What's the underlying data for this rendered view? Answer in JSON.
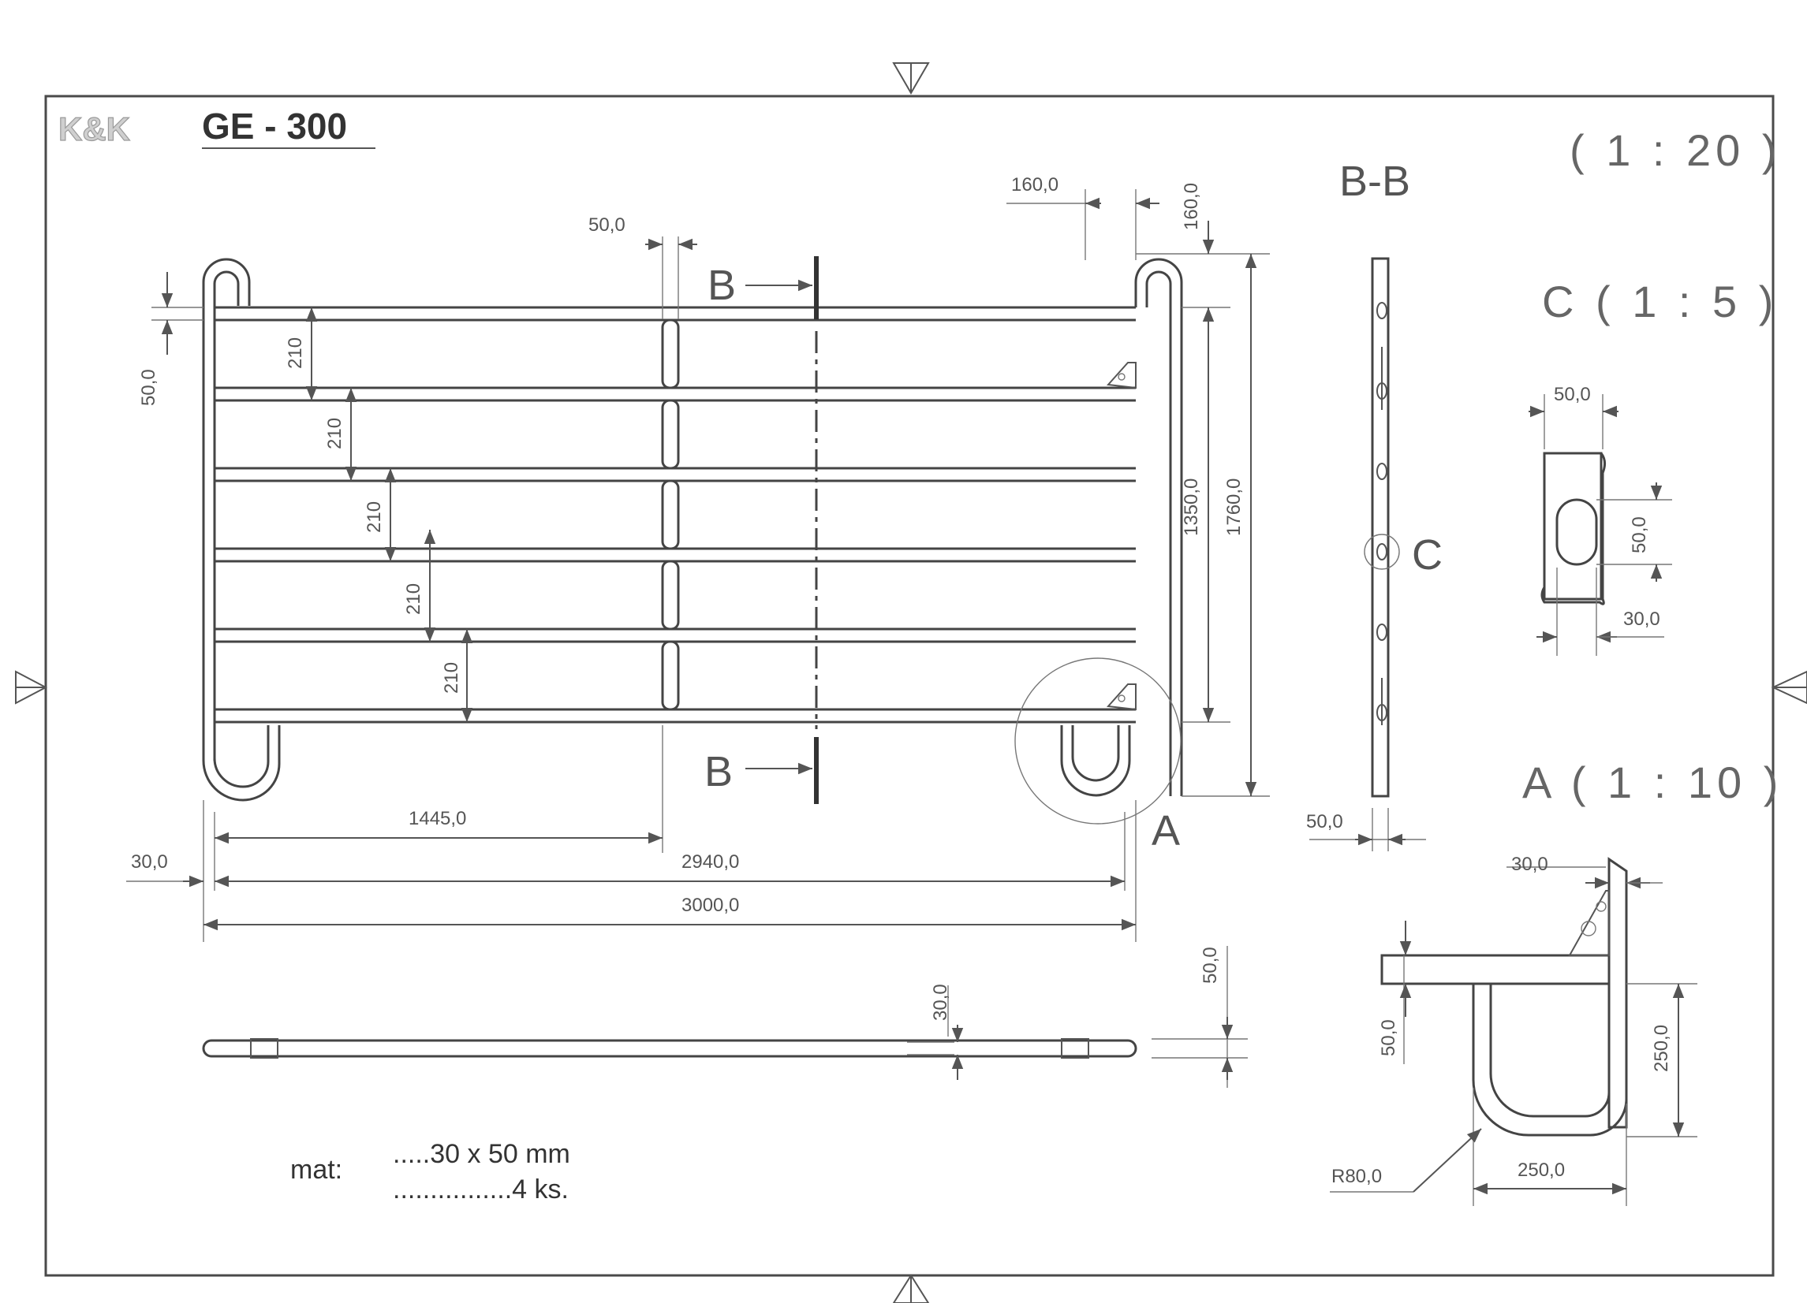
{
  "logo": "K&K",
  "title": "GE - 300",
  "scales": {
    "main": "( 1 : 20 )",
    "detail_c": "C ( 1 : 5 )",
    "detail_a": "A ( 1 : 10 )"
  },
  "section_labels": {
    "b_top": "B",
    "b_bottom": "B",
    "section_bb": "B-B",
    "detail_c_marker": "C",
    "detail_a_marker": "A"
  },
  "dimensions": {
    "top_160_h": "160,0",
    "top_160_v": "160,0",
    "brace_50": "50,0",
    "left_50": "50,0",
    "rail_spacing": [
      "210",
      "210",
      "210",
      "210",
      "210"
    ],
    "height_1350": "1350,0",
    "height_1760": "1760,0",
    "half_1445": "1445,0",
    "inner_2940": "2940,0",
    "overall_3000": "3000,0",
    "offset_30": "30,0",
    "section_50": "50,0",
    "c_width_50": "50,0",
    "c_height_50": "50,0",
    "c_30": "30,0",
    "a_30": "30,0",
    "a_50": "50,0",
    "a_250_v": "250,0",
    "a_250_h": "250,0",
    "a_radius": "R80,0",
    "bottom_30": "30,0",
    "bottom_50": "50,0"
  },
  "material": {
    "label": "mat:",
    "line1": ".....30 x 50 mm",
    "line2": "................4 ks."
  },
  "colors": {
    "line": "#555555",
    "frame": "#4a4a4a",
    "paper": "#ffffff"
  }
}
